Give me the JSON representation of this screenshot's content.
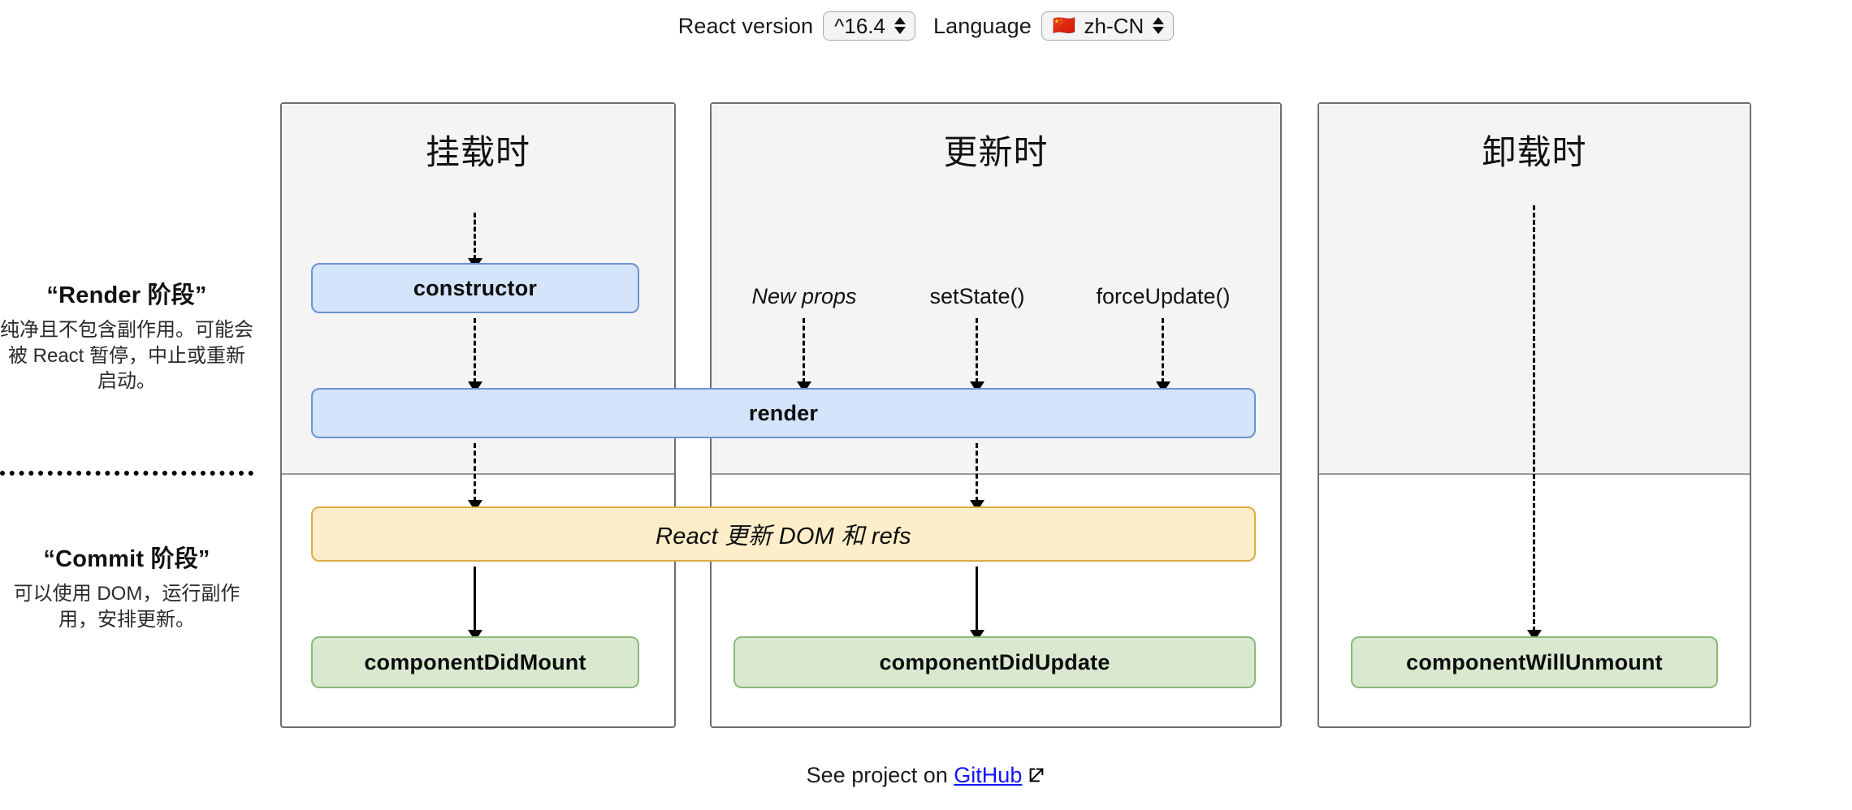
{
  "controls": {
    "react_version": {
      "label": "React version",
      "value": "^16.4",
      "spinner_icon": "spinner-arrows-icon"
    },
    "language": {
      "label": "Language",
      "value": "zh-CN",
      "flag": "🇨🇳",
      "spinner_icon": "spinner-arrows-icon"
    }
  },
  "phases": [
    {
      "id": "render",
      "title": "“Render 阶段”",
      "description": "纯净且不包含副作用。可能会被 React 暂停，中止或重新启动。"
    },
    {
      "id": "commit",
      "title": "“Commit 阶段”",
      "description": "可以使用 DOM，运行副作用，安排更新。"
    }
  ],
  "columns": [
    {
      "id": "mount",
      "title": "挂载时"
    },
    {
      "id": "update",
      "title": "更新时"
    },
    {
      "id": "unmount",
      "title": "卸载时"
    }
  ],
  "triggers": [
    {
      "id": "new-props",
      "label": "New props"
    },
    {
      "id": "set-state",
      "label": "setState()"
    },
    {
      "id": "force-update",
      "label": "forceUpdate()"
    }
  ],
  "nodes": {
    "constructor": {
      "label": "constructor",
      "color": "#d4e4fb"
    },
    "render": {
      "label": "render",
      "color": "#d4e4fb"
    },
    "react_updates_dom": {
      "label": "React 更新 DOM 和 refs",
      "color": "#fdeec9"
    },
    "component_did_mount": {
      "label": "componentDidMount",
      "color": "#d9e9d0"
    },
    "component_did_update": {
      "label": "componentDidUpdate",
      "color": "#d9e9d0"
    },
    "component_will_unmount": {
      "label": "componentWillUnmount",
      "color": "#d9e9d0"
    }
  },
  "footer": {
    "text": "See project on",
    "link_label": "GitHub",
    "external_icon": "external-link-icon",
    "link_color": "#1414ff"
  }
}
